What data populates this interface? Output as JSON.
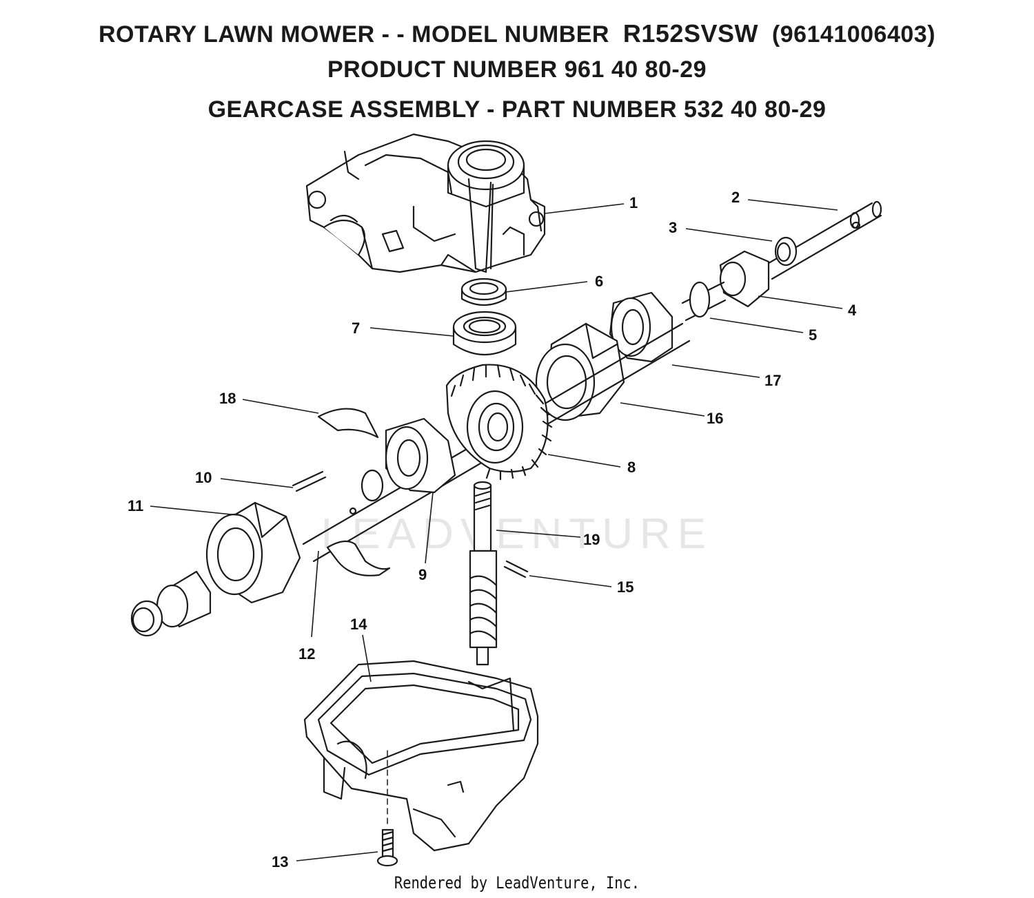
{
  "header": {
    "line1_prefix": "ROTARY LAWN MOWER - - MODEL NUMBER",
    "line1_model": "R152SVSW",
    "line1_suffix": "(96141006403)",
    "line2": "PRODUCT NUMBER 961 40 80-29",
    "line3": "GEARCASE ASSEMBLY - PART NUMBER 532 40 80-29"
  },
  "watermark": "LEADVENTURE",
  "footer": "Rendered by LeadVenture, Inc.",
  "callouts": [
    "1",
    "2",
    "3",
    "4",
    "5",
    "6",
    "7",
    "8",
    "9",
    "10",
    "11",
    "12",
    "13",
    "14",
    "15",
    "16",
    "17",
    "18",
    "19"
  ],
  "colors": {
    "line": "#1a1a1a",
    "background": "#ffffff"
  }
}
